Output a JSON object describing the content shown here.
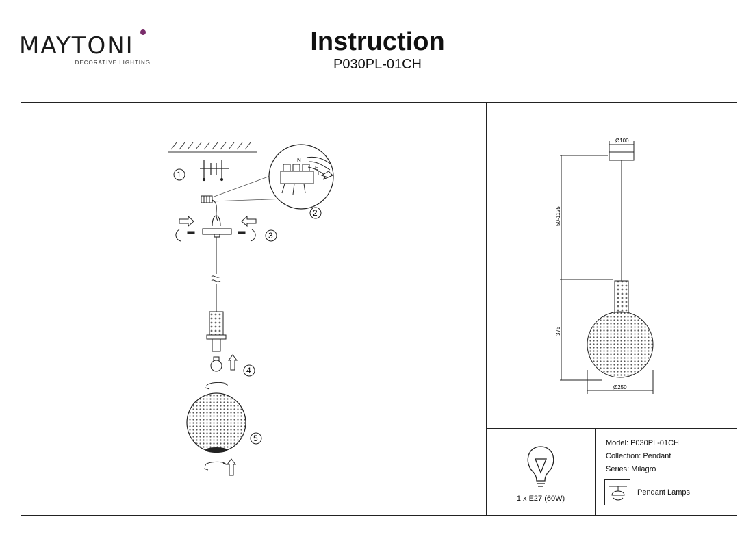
{
  "header": {
    "brand": "MAYTONI",
    "brand_tagline": "DECORATIVE LIGHTING",
    "title": "Instruction",
    "model_code": "P030PL-01CH"
  },
  "steps": [
    "1",
    "2",
    "3",
    "4",
    "5"
  ],
  "wiring_labels": {
    "n": "N",
    "e": "E",
    "l": "L"
  },
  "dimensions": {
    "canopy_diameter": "Ø100",
    "cable_length": "50-1125",
    "shade_height": "375",
    "shade_diameter": "Ø250"
  },
  "bulb": {
    "spec": "1 x E27 (60W)"
  },
  "specs": {
    "model": "Model: P030PL-01CH",
    "collection": "Collection: Pendant",
    "series": "Series: Milagro"
  },
  "category": {
    "label": "Pendant Lamps"
  },
  "colors": {
    "brand_accent": "#7a2d6b",
    "line": "#222222"
  }
}
